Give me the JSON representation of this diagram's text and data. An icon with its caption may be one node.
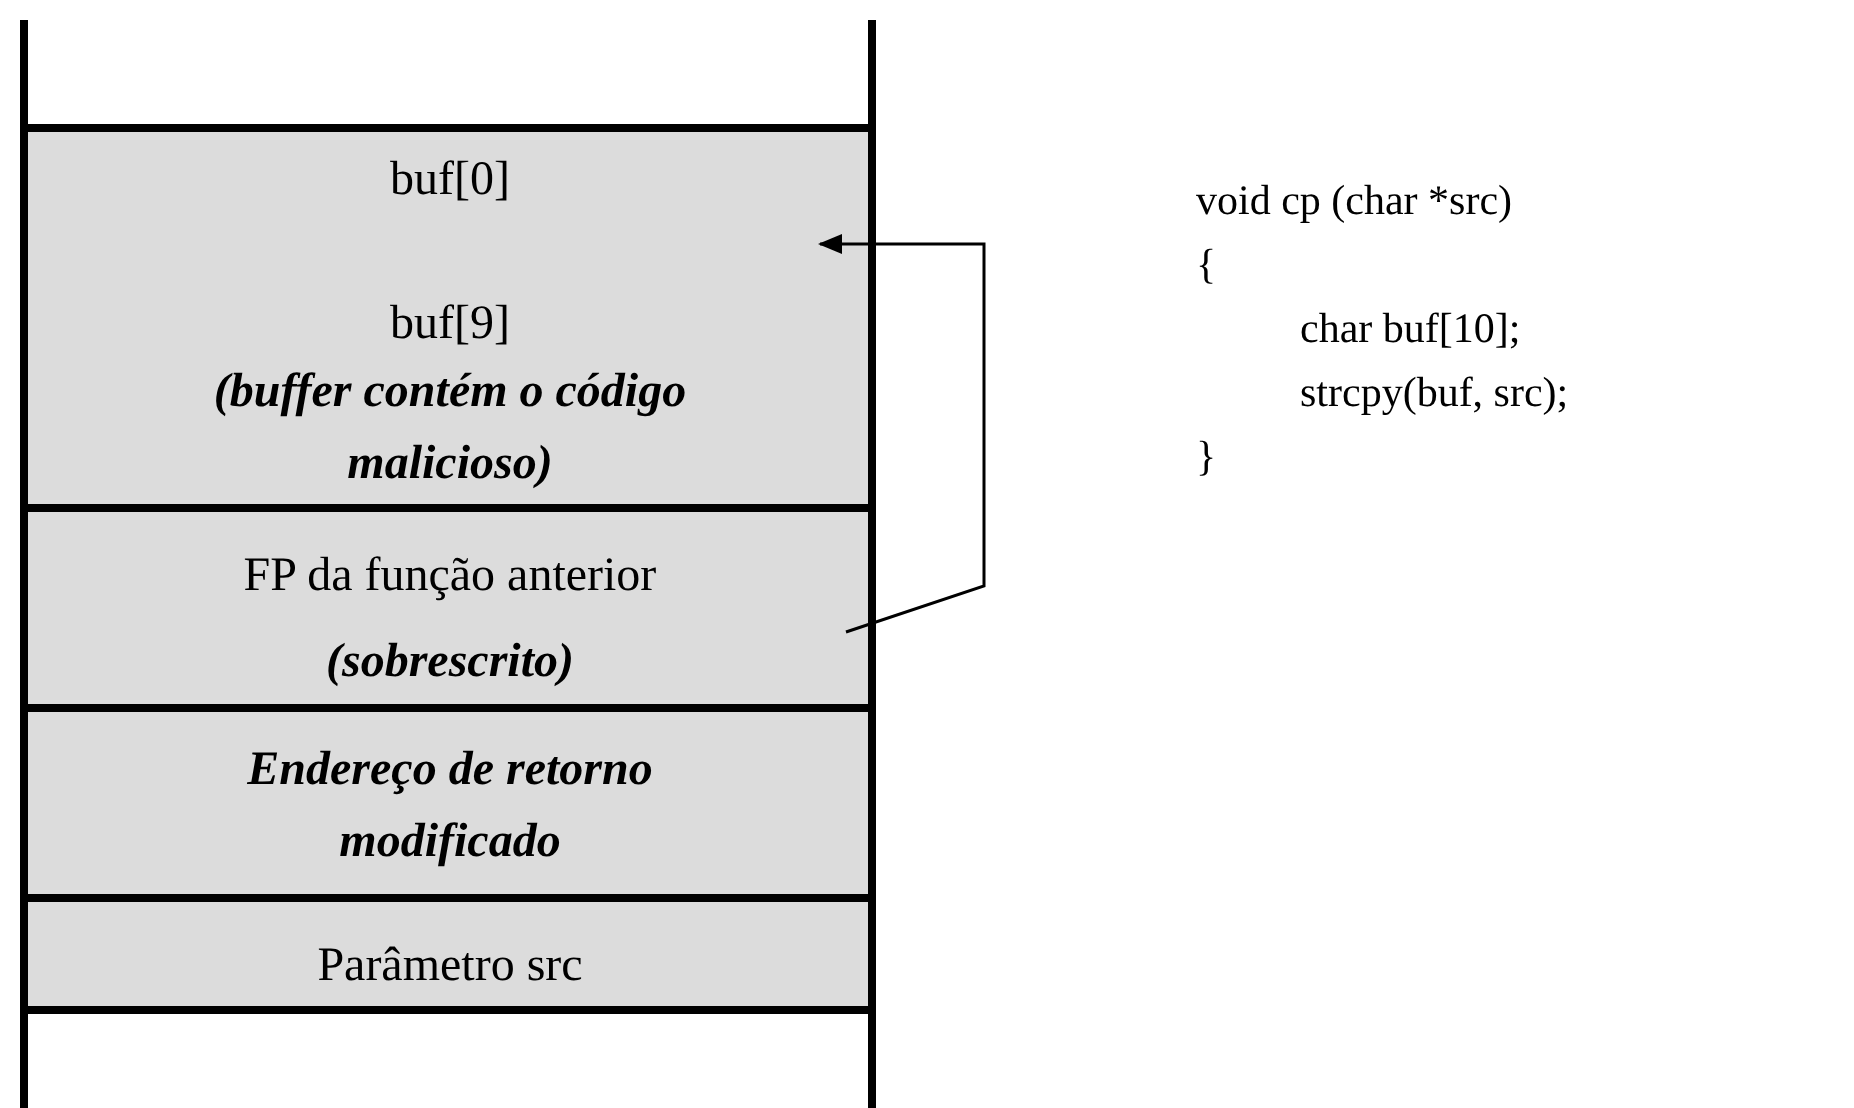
{
  "diagram": {
    "nodes": [
      {
        "text": [
          "buf[0]",
          "buf[9]",
          "(buffer contém o código malicioso)"
        ]
      },
      {
        "text": [
          "FP da função anterior",
          "(sobrescrito)"
        ]
      },
      {
        "text": [
          "Endereço de retorno modificado"
        ]
      },
      {
        "text": [
          "Parâmetro src"
        ]
      }
    ],
    "edges": [
      {
        "from": 1,
        "to": 0,
        "arrow": "to"
      }
    ],
    "labels": [
      "void cp (char *src)",
      "{",
      "char buf[10];",
      "strcpy(buf, src);",
      "}"
    ]
  }
}
